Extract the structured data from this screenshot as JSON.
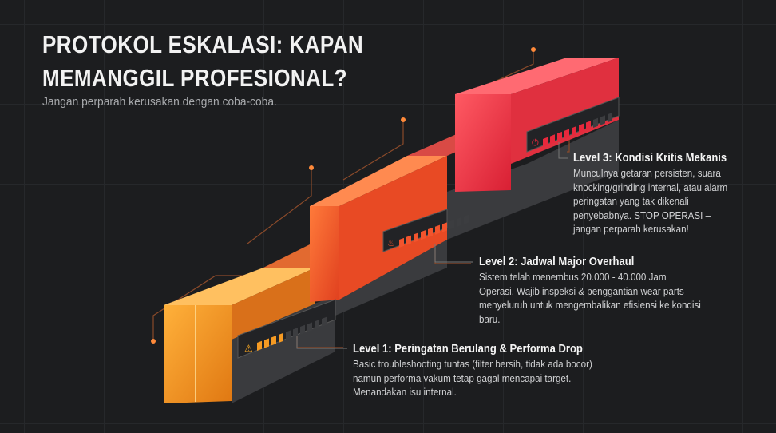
{
  "header": {
    "title_line1": "PROTOKOL ESKALASI: KAPAN",
    "title_line2": "MEMANGGIL PROFESIONAL?",
    "subtitle": "Jangan perparah kerusakan dengan coba-coba."
  },
  "levels": [
    {
      "title": "Level 1: Peringatan Berulang & Performa Drop",
      "body": "Basic troubleshooting tuntas (filter bersih, tidak ada bocor) namun performa vakum tetap gagal mencapai target. Menandakan isu internal.",
      "icon": "warning-icon",
      "color": "#f59a23",
      "gauge_filled": 4,
      "gauge_total": 10
    },
    {
      "title": "Level 2: Jadwal Major Overhaul",
      "body": "Sistem telah menembus 20.000 - 40.000 Jam Operasi. Wajib inspeksi & penggantian wear parts menyeluruh untuk mengembalikan efisiensi ke kondisi baru.",
      "icon": "fire-icon",
      "color": "#f2542d",
      "gauge_filled": 7,
      "gauge_total": 10
    },
    {
      "title": "Level 3: Kondisi Kritis Mekanis",
      "body": "Munculnya getaran persisten, suara knocking/grinding internal, atau alarm peringatan yang tak dikenali penyebabnya. STOP OPERASI – jangan perparah kerusakan!",
      "icon": "power-icon",
      "color": "#e8283c",
      "gauge_filled": 7,
      "gauge_total": 10
    }
  ]
}
